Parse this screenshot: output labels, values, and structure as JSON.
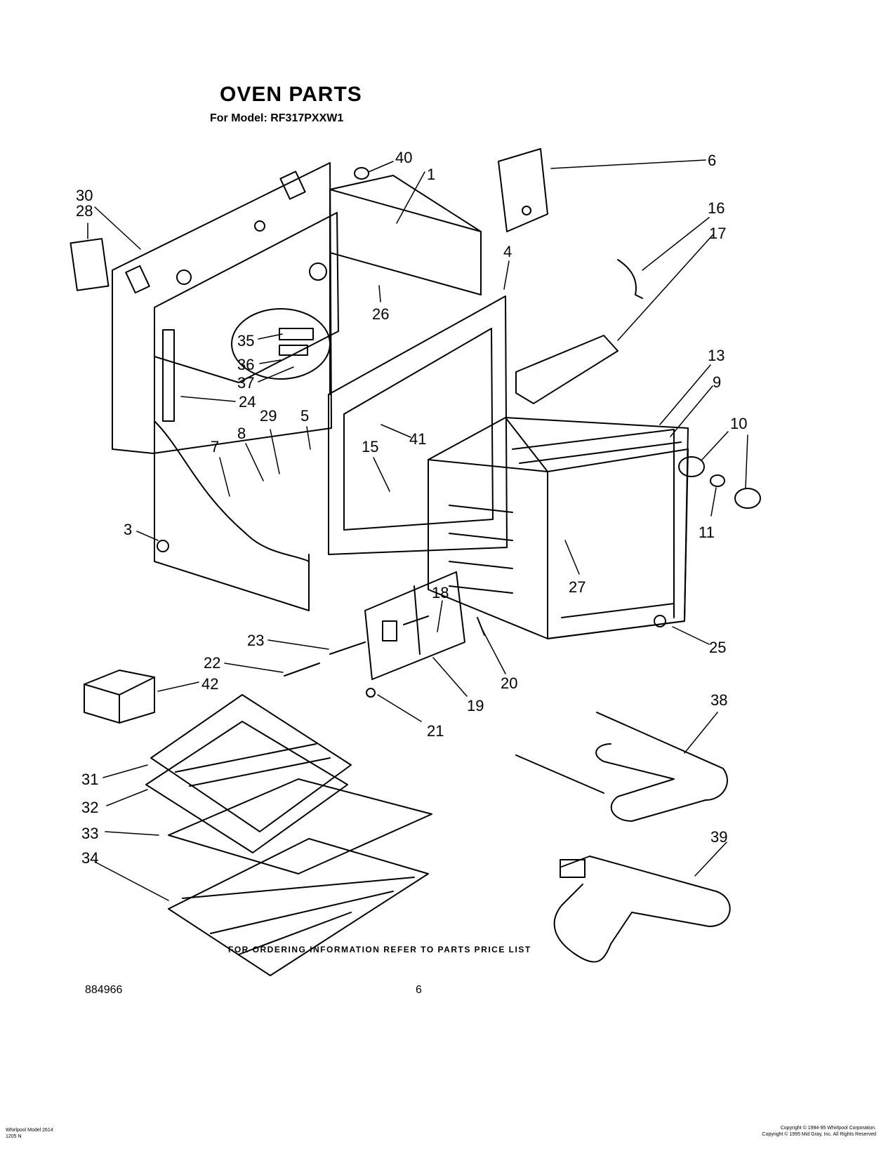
{
  "header": {
    "title": "OVEN PARTS",
    "model_line": "For Model: RF317PXXW1"
  },
  "callouts": [
    "40",
    "1",
    "6",
    "30",
    "28",
    "16",
    "17",
    "4",
    "26",
    "35",
    "36",
    "37",
    "24",
    "13",
    "9",
    "29",
    "5",
    "8",
    "7",
    "41",
    "15",
    "10",
    "11",
    "3",
    "27",
    "18",
    "23",
    "20",
    "25",
    "22",
    "42",
    "19",
    "21",
    "38",
    "31",
    "32",
    "33",
    "34",
    "39"
  ],
  "footer": {
    "ordering_note": "FOR ORDERING INFORMATION REFER TO PARTS PRICE LIST",
    "document_number": "884966",
    "page_number": "6",
    "small_left": "Whirlpool Model 2614\n1205 N",
    "small_right": "Copyright © 1994-95 Whirlpool Corporation.\nCopyright © 1995 Mid Gray, Inc. All Rights Reserved"
  }
}
